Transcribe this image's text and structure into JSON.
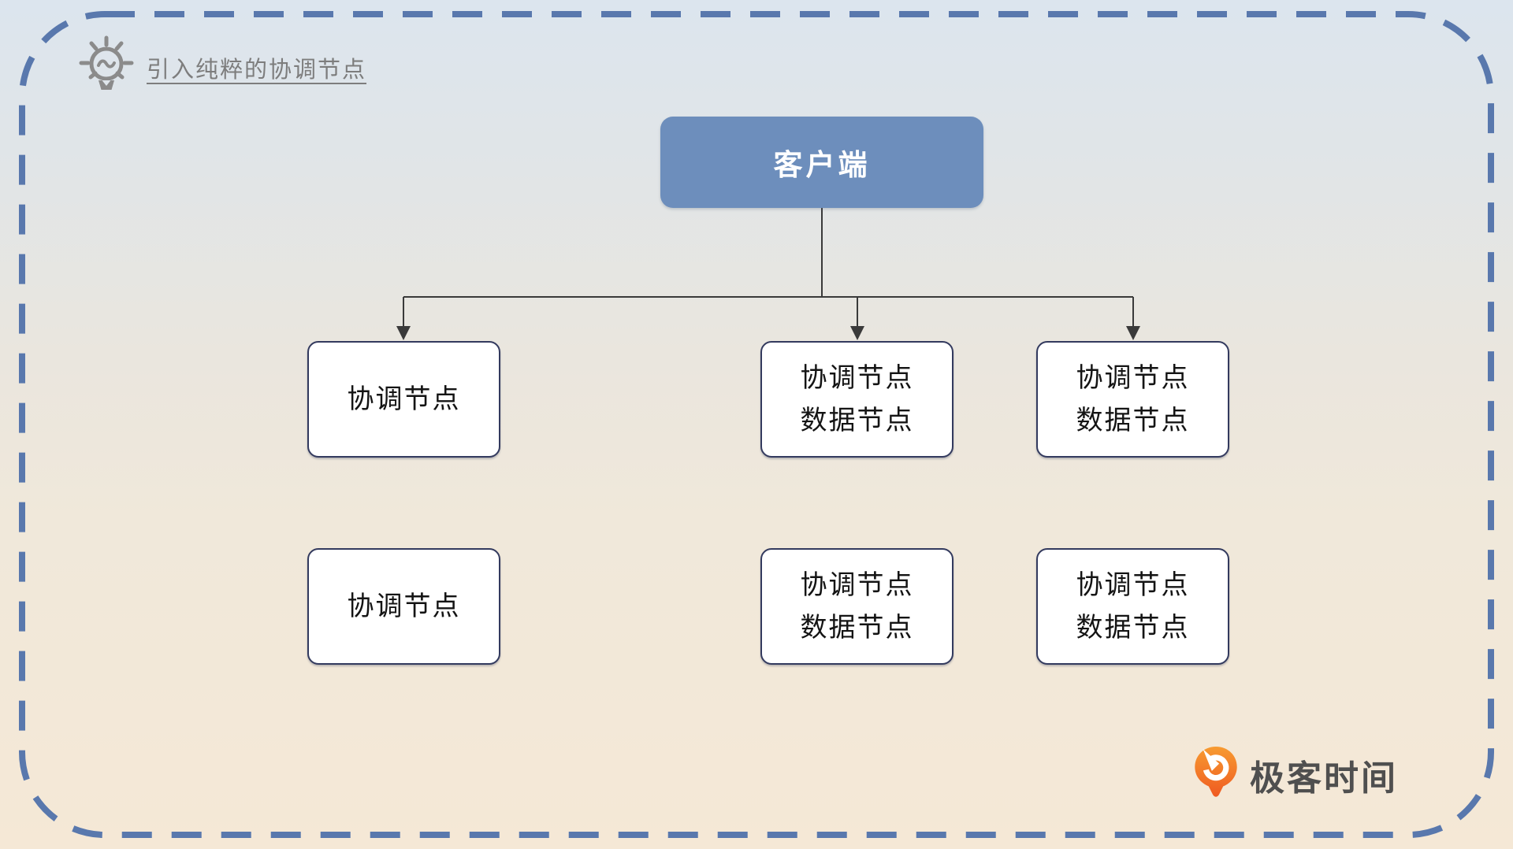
{
  "note": {
    "icon": "lightbulb-icon",
    "text": "引入纯粹的协调节点"
  },
  "diagram": {
    "client": {
      "label": "客户端"
    },
    "row1": [
      {
        "lines": [
          "协调节点"
        ]
      },
      {
        "lines": [
          "协调节点",
          "数据节点"
        ]
      },
      {
        "lines": [
          "协调节点",
          "数据节点"
        ]
      }
    ],
    "row2": [
      {
        "lines": [
          "协调节点"
        ]
      },
      {
        "lines": [
          "协调节点",
          "数据节点"
        ]
      },
      {
        "lines": [
          "协调节点",
          "数据节点"
        ]
      }
    ]
  },
  "branding": {
    "icon": "geektime-logo-icon",
    "name": "极客时间"
  },
  "colors": {
    "bg-top": "#dce5ee",
    "bg-bottom": "#f5e8d6",
    "dashed-border": "#5978ad",
    "client-box-bg": "#6d8ebc",
    "client-box-text": "#ffffff",
    "node-bg": "#ffffff",
    "node-border": "#333a5e",
    "node-text": "#141414",
    "connector": "#3a3a3a",
    "note-text": "#7d7d7d",
    "note-icon-gray": "#8b8b8b",
    "logo-text": "#4f4f4f",
    "logo-orange-top": "#f79b31",
    "logo-orange-bottom": "#ef5a21"
  }
}
